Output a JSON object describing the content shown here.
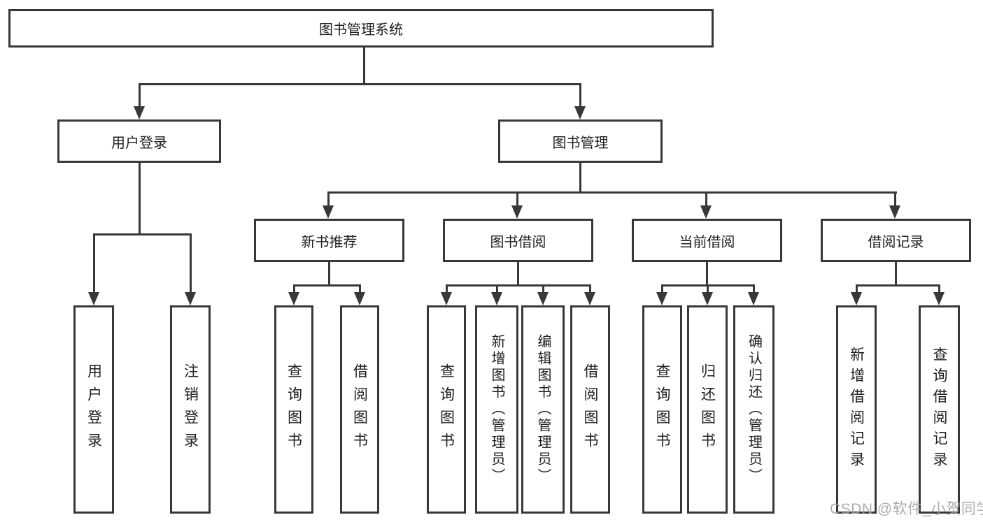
{
  "diagram_title": "图书管理系统",
  "nodes": {
    "root": "图书管理系统",
    "login": "用户登录",
    "manage": "图书管理",
    "rec": "新书推荐",
    "borrow": "图书借阅",
    "current": "当前借阅",
    "record": "借阅记录",
    "leaf_login": "用户登录",
    "leaf_logout": "注销登录",
    "leaf_rec_query": "查询图书",
    "leaf_rec_borrow": "借阅图书",
    "leaf_bb_query": "查询图书",
    "leaf_bb_add": "新增图书（管理员）",
    "leaf_bb_edit": "编辑图书（管理员）",
    "leaf_bb_borrow": "借阅图书",
    "leaf_cb_query": "查询图书",
    "leaf_cb_return": "归还图书",
    "leaf_cb_confirm": "确认归还（管理员）",
    "leaf_br_add": "新增借阅记录",
    "leaf_br_query": "查询借阅记录"
  },
  "hierarchy": [
    {
      "parent": "图书管理系统",
      "children": [
        "用户登录",
        "图书管理"
      ]
    },
    {
      "parent": "用户登录",
      "children": [
        "用户登录",
        "注销登录"
      ]
    },
    {
      "parent": "图书管理",
      "children": [
        "新书推荐",
        "图书借阅",
        "当前借阅",
        "借阅记录"
      ]
    },
    {
      "parent": "新书推荐",
      "children": [
        "查询图书",
        "借阅图书"
      ]
    },
    {
      "parent": "图书借阅",
      "children": [
        "查询图书",
        "新增图书（管理员）",
        "编辑图书（管理员）",
        "借阅图书"
      ]
    },
    {
      "parent": "当前借阅",
      "children": [
        "查询图书",
        "归还图书",
        "确认归还（管理员）"
      ]
    },
    {
      "parent": "借阅记录",
      "children": [
        "新增借阅记录",
        "查询借阅记录"
      ]
    }
  ],
  "watermark": "CSDN @软件_小贺同学",
  "colors": {
    "line": "#383838",
    "box_fill": "#ffffff",
    "text": "#1f1f1f",
    "watermark": "#a4a4aa"
  }
}
